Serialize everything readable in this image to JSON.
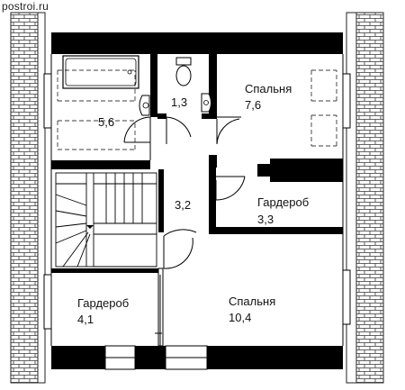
{
  "watermark": "postroi.ru",
  "rooms": {
    "bathroom": {
      "area": "5,6"
    },
    "wc": {
      "area": "1,3"
    },
    "bedroom_top": {
      "name": "Спальня",
      "area": "7,6"
    },
    "hall": {
      "area": "3,2"
    },
    "wardrobe_right": {
      "name": "Гардероб",
      "area": "3,3"
    },
    "wardrobe_left": {
      "name": "Гардероб",
      "area": "4,1"
    },
    "bedroom_bottom": {
      "name": "Спальня",
      "area": "10,4"
    }
  }
}
